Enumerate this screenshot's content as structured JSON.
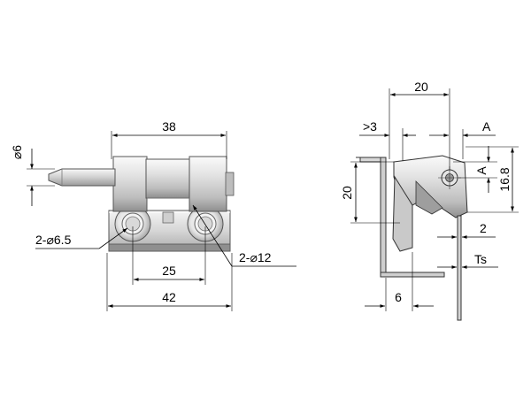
{
  "front_view": {
    "dim_top": "38",
    "dim_pin": "6",
    "dim_pin_symbol": "⌀",
    "dim_holes_label": "2-",
    "dim_holes_value": "6.5",
    "dim_counterbore_label": "2-",
    "dim_counterbore_value": "12",
    "dim_pitch": "25",
    "dim_bottom": "42"
  },
  "side_view": {
    "dim_top": "20",
    "dim_gap": ">3",
    "dim_ref_a_top": "A",
    "dim_ref_a_side": "A",
    "dim_height_20": "20",
    "dim_height_16_8": "16.8",
    "dim_offset_2": "2",
    "dim_ts": "Ts",
    "dim_bottom_6": "6"
  },
  "colors": {
    "metal_light": "#e8e8e8",
    "metal_mid": "#bdbdbd",
    "metal_dark": "#6e6e6e",
    "line": "#000000"
  }
}
